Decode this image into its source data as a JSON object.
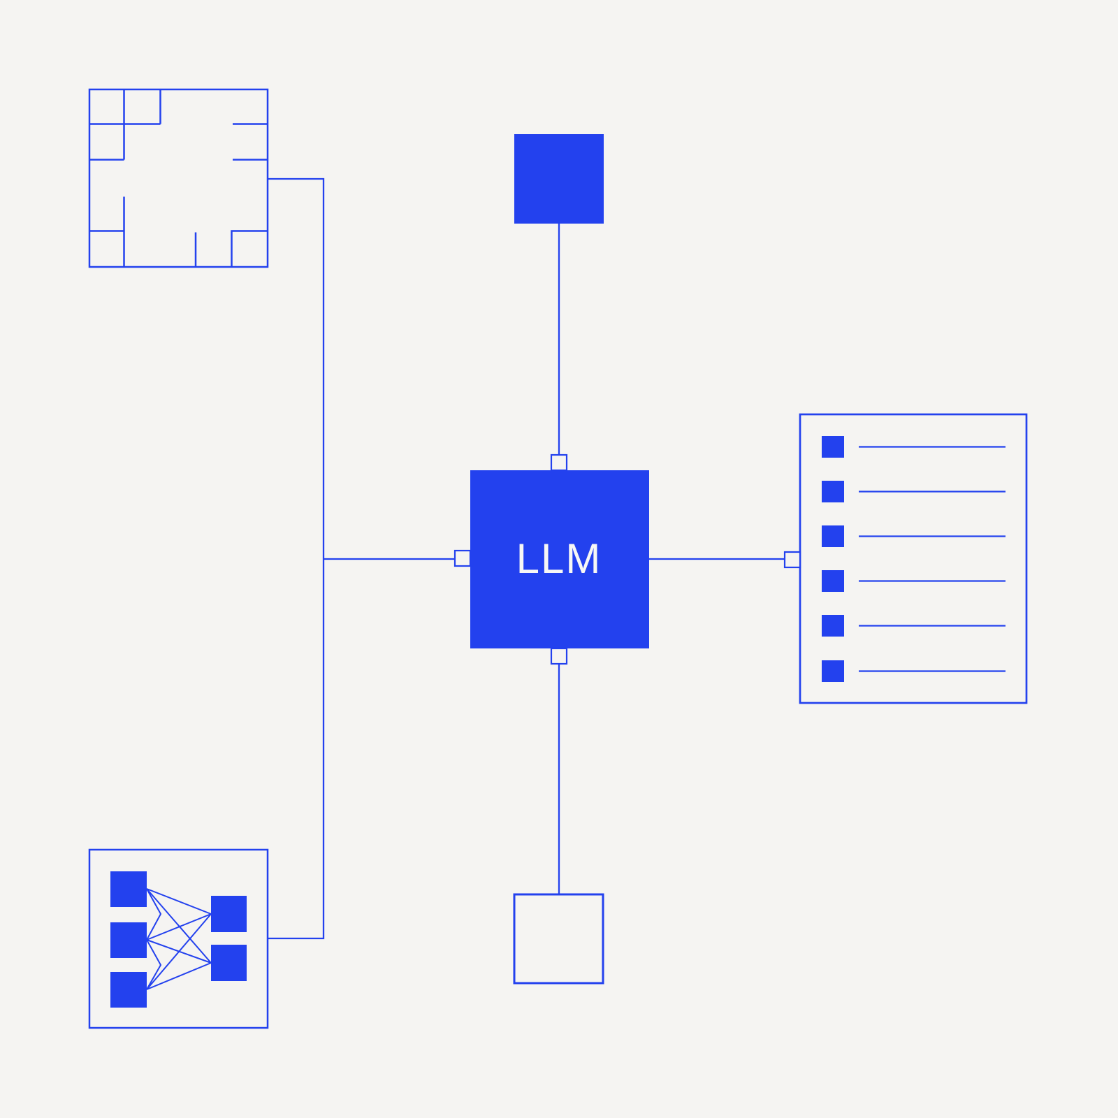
{
  "diagram": {
    "title": "LLM connections diagram",
    "center": {
      "label": "LLM",
      "shape": "filled-square",
      "ports": [
        "top",
        "left",
        "bottom"
      ]
    },
    "nodes": [
      {
        "icon": "maze-icon",
        "position": "top-left",
        "shape": "outlined maze / floor-plan square"
      },
      {
        "icon": "solid-square-icon",
        "position": "top-center",
        "shape": "filled square"
      },
      {
        "icon": "checklist-icon",
        "position": "right",
        "shape": "outlined panel with bullet list"
      },
      {
        "icon": "neural-network-icon",
        "position": "bottom-left",
        "shape": "outlined square with 3-to-2 connected nodes"
      },
      {
        "icon": "outline-square-icon",
        "position": "bottom-center",
        "shape": "outlined square"
      }
    ],
    "connections": [
      "maze-icon -> trunk -> llm-left-port",
      "trunk -> neural-network-icon",
      "solid-square-top -> llm-top-port",
      "llm-bottom-port -> outline-square-bottom",
      "llm-right -> checklist-panel-port"
    ]
  },
  "checklist": {
    "items_count": 6,
    "item_labels": [
      "",
      "",
      "",
      "",
      "",
      ""
    ]
  },
  "neural_network": {
    "left_nodes": 3,
    "right_nodes": 2
  },
  "colors": {
    "accent": "#2341ee",
    "background": "#f5f4f2",
    "label_text": "#f7f7f5"
  }
}
